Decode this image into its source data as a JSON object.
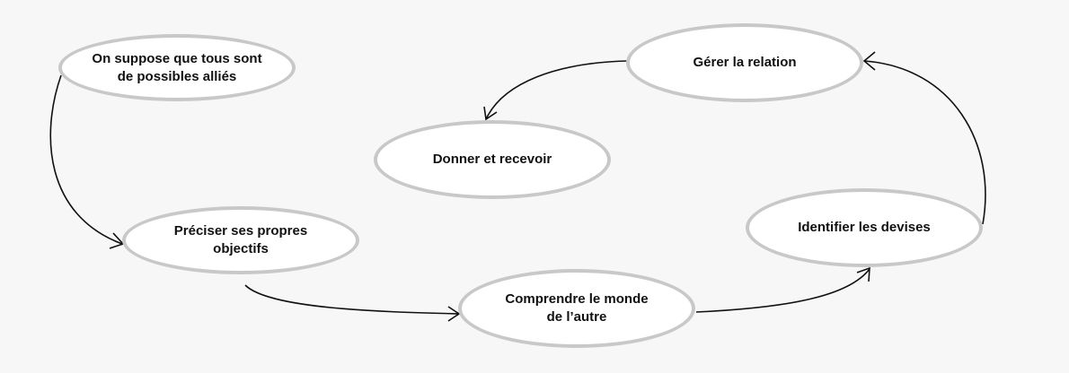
{
  "diagram": {
    "nodes": {
      "start": {
        "label": "On suppose que tous sont\nde possibles alliés"
      },
      "objectives": {
        "label": "Préciser ses propres\nobjectifs"
      },
      "understand": {
        "label": "Comprendre le monde\nde l’autre"
      },
      "currencies": {
        "label": "Identifier les devises"
      },
      "relationship": {
        "label": "Gérer la relation"
      },
      "give_receive": {
        "label": "Donner et recevoir"
      }
    }
  }
}
